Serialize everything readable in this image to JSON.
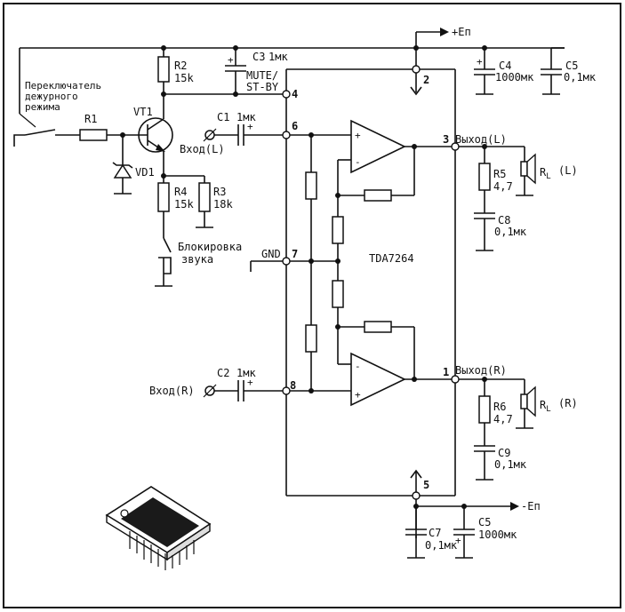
{
  "chip": {
    "name": "TDA7264",
    "pins": {
      "p1": "1",
      "p2": "2",
      "p3": "3",
      "p4": "4",
      "p5": "5",
      "p6": "6",
      "p7": "7",
      "p8": "8"
    }
  },
  "labels": {
    "supply_pos": "+Eп",
    "supply_neg": "-Eп",
    "mute": "MUTE/",
    "stby": "ST-BY",
    "gnd": "GND",
    "switch_line1": "Переключатель",
    "switch_line2": "дежурного",
    "switch_line3": "режима",
    "block_line1": "Блокировка",
    "block_line2": "звука",
    "in_l": "Вход(L)",
    "in_r": "Вход(R)",
    "out_l": "Выход(L)",
    "out_r": "Выход(R)",
    "rl_l": "R",
    "rl_l_sub": "L",
    "rl_l_ch": "(L)",
    "rl_r": "R",
    "rl_r_sub": "L",
    "rl_r_ch": "(R)"
  },
  "components": {
    "r1": "R1",
    "r2": "R2",
    "r2_val": "15k",
    "r3": "R3",
    "r3_val": "18k",
    "r4": "R4",
    "r4_val": "15k",
    "r5": "R5",
    "r5_val": "4,7",
    "r6": "R6",
    "r6_val": "4,7",
    "vt1": "VT1",
    "vd1": "VD1",
    "c1": "C1",
    "c1_val": "1мк",
    "c2": "C2",
    "c2_val": "1мк",
    "c3": "C3",
    "c3_val": "1мк",
    "c4": "C4",
    "c4_val": "1000мк",
    "c5_top": "C5",
    "c5_top_val": "0,1мк",
    "c5_bot": "C5",
    "c5_bot_val": "1000мк",
    "c7": "C7",
    "c7_val": "0,1мк",
    "c8": "C8",
    "c8_val": "0,1мк",
    "c9": "C9",
    "c9_val": "0,1мк"
  },
  "colors": {
    "ink": "#111111",
    "paper": "#ffffff"
  }
}
